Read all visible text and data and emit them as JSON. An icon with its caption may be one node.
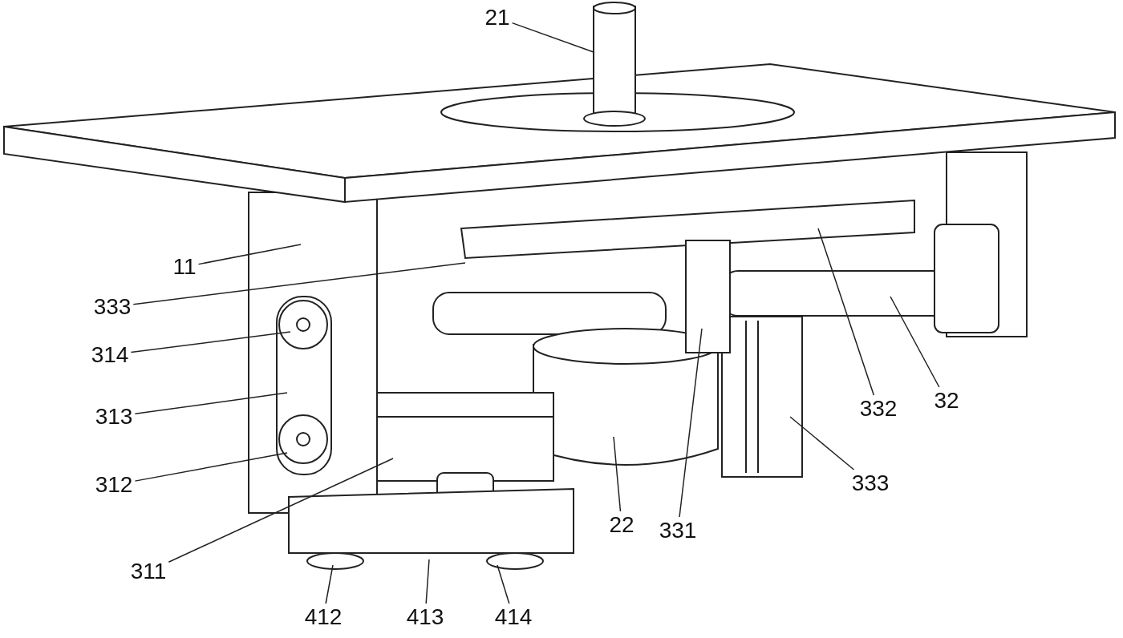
{
  "diagram": {
    "nodes": [
      {
        "text": [
          "21"
        ]
      },
      {
        "text": [
          "11"
        ]
      },
      {
        "text": [
          "333"
        ]
      },
      {
        "text": [
          "314"
        ]
      },
      {
        "text": [
          "313"
        ]
      },
      {
        "text": [
          "312"
        ]
      },
      {
        "text": [
          "311"
        ]
      },
      {
        "text": [
          "412"
        ]
      },
      {
        "text": [
          "413"
        ]
      },
      {
        "text": [
          "414"
        ]
      },
      {
        "text": [
          "22"
        ]
      },
      {
        "text": [
          "331"
        ]
      },
      {
        "text": [
          "333"
        ]
      },
      {
        "text": [
          "332"
        ]
      },
      {
        "text": [
          "32"
        ]
      }
    ],
    "edges": [
      {
        "from": 0,
        "to": null,
        "arrow": "none"
      },
      {
        "from": 1,
        "to": null,
        "arrow": "none"
      },
      {
        "from": 2,
        "to": null,
        "arrow": "none"
      },
      {
        "from": 3,
        "to": null,
        "arrow": "none"
      },
      {
        "from": 4,
        "to": null,
        "arrow": "none"
      },
      {
        "from": 5,
        "to": null,
        "arrow": "none"
      },
      {
        "from": 6,
        "to": null,
        "arrow": "none"
      },
      {
        "from": 7,
        "to": null,
        "arrow": "none"
      },
      {
        "from": 8,
        "to": null,
        "arrow": "none"
      },
      {
        "from": 9,
        "to": null,
        "arrow": "none"
      },
      {
        "from": 10,
        "to": null,
        "arrow": "none"
      },
      {
        "from": 11,
        "to": null,
        "arrow": "none"
      },
      {
        "from": 12,
        "to": null,
        "arrow": "none"
      },
      {
        "from": 13,
        "to": null,
        "arrow": "none"
      },
      {
        "from": 14,
        "to": null,
        "arrow": "none"
      }
    ]
  }
}
